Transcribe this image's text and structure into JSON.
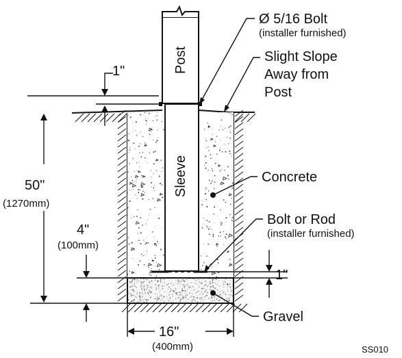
{
  "labels": {
    "post": "Post",
    "sleeve": "Sleeve",
    "bolt_top_main": "Ø 5/16 Bolt",
    "bolt_top_sub": "(installer furnished)",
    "slope_line1": "Slight Slope",
    "slope_line2": "Away from",
    "slope_line3": "Post",
    "concrete": "Concrete",
    "bolt_rod_main": "Bolt or Rod",
    "bolt_rod_sub": "(installer furnished)",
    "gravel": "Gravel",
    "drawing_id": "SS010"
  },
  "dimensions": {
    "top_gap": "1\"",
    "depth_main": "50\"",
    "depth_metric": "(1270mm)",
    "gravel_main": "4\"",
    "gravel_metric": "(100mm)",
    "bottom_gap": "1\"",
    "width_main": "16\"",
    "width_metric": "(400mm)"
  }
}
